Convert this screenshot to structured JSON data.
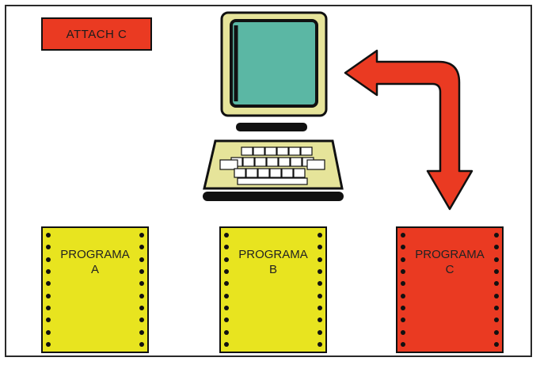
{
  "label_tag": {
    "text": "ATTACH C",
    "color": "#ea3a22"
  },
  "programs": [
    {
      "line1": "PROGRAMA",
      "line2": "A",
      "color": "#e8e41f"
    },
    {
      "line1": "PROGRAMA",
      "line2": "B",
      "color": "#e8e41f"
    },
    {
      "line1": "PROGRAMA",
      "line2": "C",
      "color": "#ea3a22"
    }
  ],
  "colors": {
    "computer_body": "#e6e49a",
    "screen": "#5bb7a4",
    "arrow": "#ea3a22",
    "outline": "#111111"
  }
}
